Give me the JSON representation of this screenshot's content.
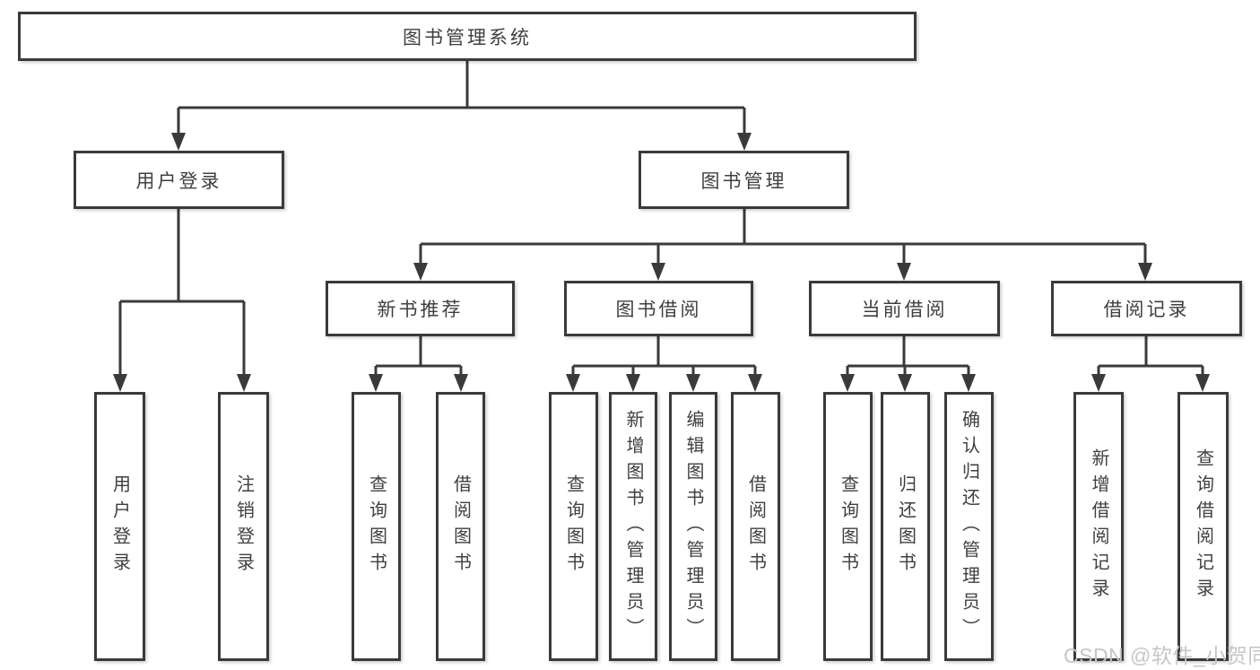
{
  "diagram": {
    "watermark": "CSDN @软件_小贺同学",
    "nodes": {
      "root": "图书管理系统",
      "user_login": "用户登录",
      "book_mgmt": "图书管理",
      "new_book_rec": "新书推荐",
      "book_borrow": "图书借阅",
      "current_borrow": "当前借阅",
      "borrow_records": "借阅记录",
      "leaf_user_login": "用户登录",
      "leaf_logout": "注销登录",
      "nbr_query_books": "查询图书",
      "nbr_borrow_books": "借阅图书",
      "bb_query_books": "查询图书",
      "bb_add_books": "新增图书（管理员）",
      "bb_edit_books": "编辑图书（管理员）",
      "bb_borrow_books": "借阅图书",
      "cb_query_books": "查询图书",
      "cb_return_books": "归还图书",
      "cb_confirm_return": "确认归还（管理员）",
      "br_add_record": "新增借阅记录",
      "br_query_record": "查询借阅记录"
    },
    "colors": {
      "line": "#3a3a3a",
      "text": "#3f3f3f",
      "watermark": "#c6c6c6",
      "background": "#ffffff"
    }
  }
}
